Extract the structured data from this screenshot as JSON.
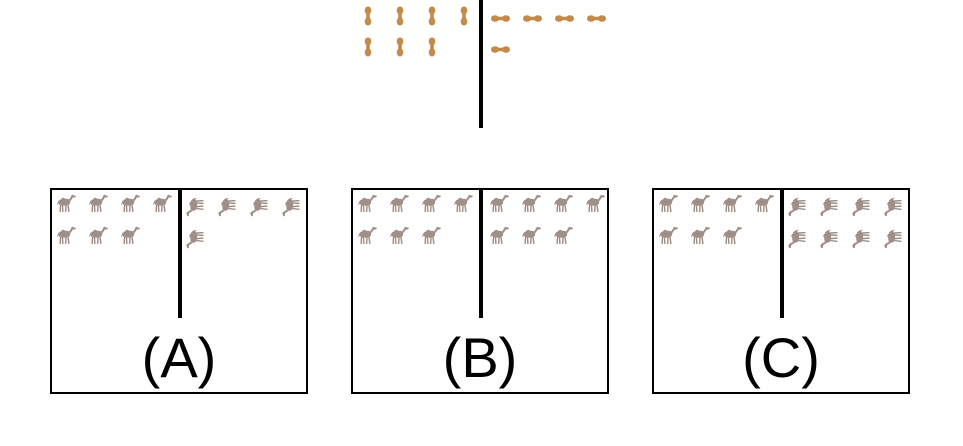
{
  "colors": {
    "peanut": "#c48a48",
    "camel": "#a08f88",
    "line": "#000000"
  },
  "icons": {
    "reference": "peanut-icon",
    "option": "camel-icon"
  },
  "reference": {
    "left_count": 7,
    "right_count": 5,
    "right_orientation": "horizontal"
  },
  "options": [
    {
      "label": "(A)",
      "left_count": 7,
      "right_count": 5,
      "right_orientation": "lying"
    },
    {
      "label": "(B)",
      "left_count": 7,
      "right_count": 7,
      "right_orientation": "upright"
    },
    {
      "label": "(C)",
      "left_count": 7,
      "right_count": 8,
      "right_orientation": "lying"
    }
  ]
}
